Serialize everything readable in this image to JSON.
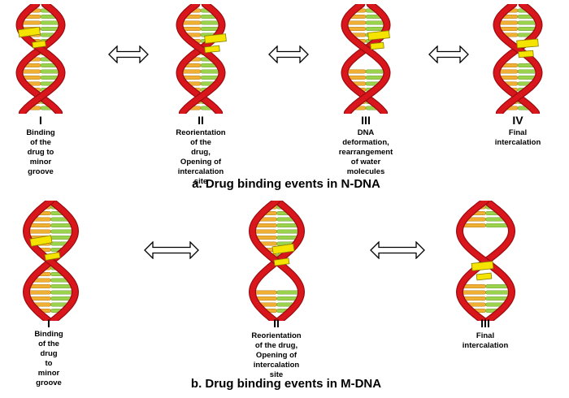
{
  "colors": {
    "backbone": "#d8161b",
    "backbone_dark": "#9c0c10",
    "base_orange": "#f0b033",
    "base_green": "#9bd34d",
    "base_outline": "#b67a12",
    "drug": "#f4e400",
    "drug_outline": "#8a7d00",
    "arrow_outline": "#000000"
  },
  "panel_a": {
    "title": "a. Drug binding events in N-DNA",
    "stages": [
      {
        "numeral": "I",
        "caption": "Binding of the\ndrug to minor\ngroove"
      },
      {
        "numeral": "II",
        "caption": "Reorientation of the\ndrug, Opening of\nintercalation site"
      },
      {
        "numeral": "III",
        "caption": "DNA deformation,\nrearrangement of water\nmolecules"
      },
      {
        "numeral": "IV",
        "caption": "Final intercalation"
      }
    ]
  },
  "panel_b": {
    "title": "b. Drug binding events in M-DNA",
    "stages": [
      {
        "numeral": "I",
        "caption": "Binding of the drug\nto minor groove"
      },
      {
        "numeral": "II",
        "caption": "Reorientation of the drug,\nOpening of intercalation site"
      },
      {
        "numeral": "III",
        "caption": "Final intercalation"
      }
    ]
  }
}
